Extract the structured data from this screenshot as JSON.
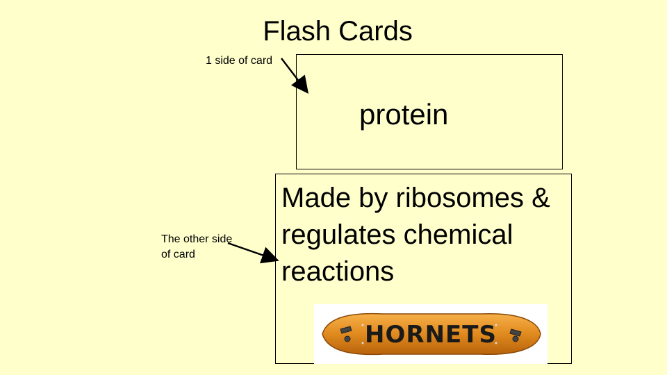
{
  "slide": {
    "title": "Flash Cards",
    "front_label": "1 side of card",
    "back_label": "The other side of card",
    "front_term": "protein",
    "back_definition": "Made by ribosomes & regulates chemical reactions",
    "skateboard_text": "HORNETS"
  },
  "colors": {
    "background": "#ffffcc",
    "card_border": "#000000",
    "skateboard": "#e08a1e"
  },
  "icons": [
    "arrow-icon",
    "skateboard-image"
  ]
}
